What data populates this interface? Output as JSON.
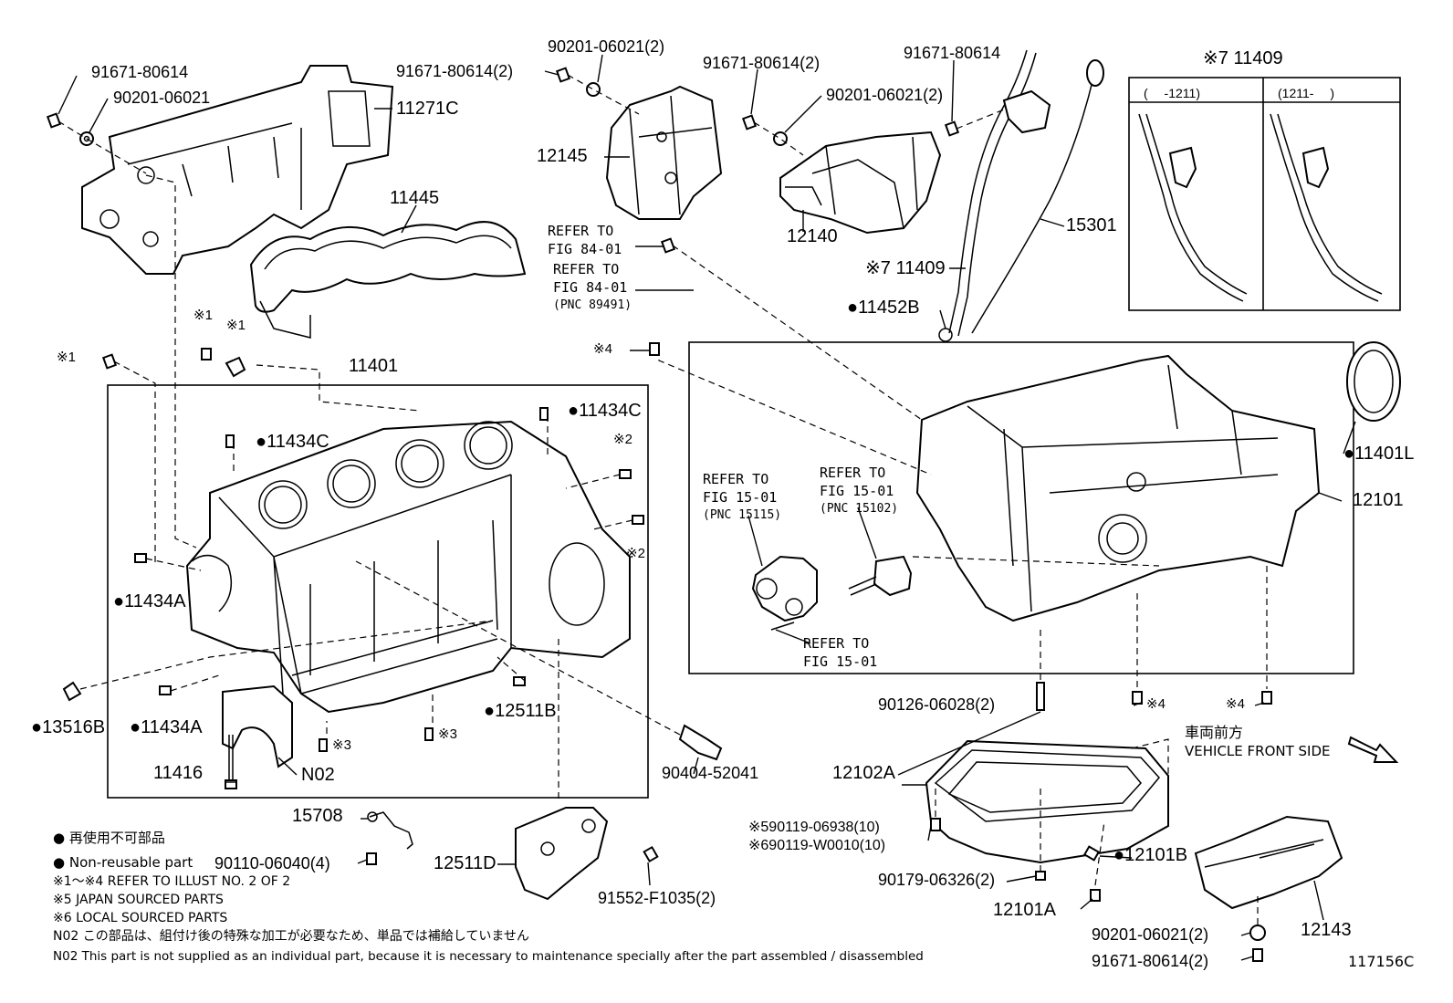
{
  "labels": {
    "l_91671_80614_a": "91671-80614",
    "l_90201_06021_a": "90201-06021",
    "l_11271c": "11271C",
    "l_91671_80614_b": "91671-80614(2)",
    "l_90201_06021_b": "90201-06021(2)",
    "l_12145": "12145",
    "l_91671_80614_c": "91671-80614(2)",
    "l_90201_06021_c": "90201-06021(2)",
    "l_12140": "12140",
    "l_91671_80614_d": "91671-80614",
    "l_11409_box": "※7 11409",
    "l_11409": "※7 11409",
    "l_15301": "15301",
    "l_11452b": "●11452B",
    "l_11445": "11445",
    "l_refer_84_a1": "REFER TO",
    "l_refer_84_a2": "FIG 84-01",
    "l_refer_84_b1": "REFER TO",
    "l_refer_84_b2": "FIG 84-01",
    "l_refer_84_b3": "(PNC 89491)",
    "l_x1_a": "※1",
    "l_x1_b": "※1",
    "l_x1_c": "※1",
    "l_x4_a": "※4",
    "l_11401": "11401",
    "l_11434c_a": "●11434C",
    "l_11434c_b": "●11434C",
    "l_x2_a": "※2",
    "l_x2_b": "※2",
    "l_11434a_a": "●11434A",
    "l_11434a_b": "●11434A",
    "l_13516b": "●13516B",
    "l_12511b": "●12511B",
    "l_x3_a": "※3",
    "l_x3_b": "※3",
    "l_11416": "11416",
    "l_n02": "N02",
    "l_90404": "90404-52041",
    "l_15708": "15708",
    "l_90110": "90110-06040(4)",
    "l_12511d": "12511D",
    "l_91552": "91552-F1035(2)",
    "l_refer_15_a1": "REFER TO",
    "l_refer_15_a2": "FIG 15-01",
    "l_refer_15_a3": "(PNC 15115)",
    "l_refer_15_b1": "REFER TO",
    "l_refer_15_b2": "FIG 15-01",
    "l_refer_15_b3": "(PNC 15102)",
    "l_refer_15_c1": "REFER TO",
    "l_refer_15_c2": "FIG 15-01",
    "l_11401l": "●11401L",
    "l_12101": "12101",
    "l_90126": "90126-06028(2)",
    "l_x4_b": "※4",
    "l_x4_c": "※4",
    "l_front_jp": "車両前方",
    "l_front_en": "VEHICLE FRONT SIDE",
    "l_12102a": "12102A",
    "l_90119_a": "※590119-06938(10)",
    "l_90119_b": "※690119-W0010(10)",
    "l_90179": "90179-06326(2)",
    "l_12101b": "●12101B",
    "l_12101a": "12101A",
    "l_90201_06021_d": "90201-06021(2)",
    "l_91671_80614_e": "91671-80614(2)",
    "l_12143": "12143",
    "l_box_col1": "(　 -1211)",
    "l_box_col2": "(1211-　 )"
  },
  "legend": {
    "jp_nonreusable": "● 再使用不可部品",
    "en_nonreusable": "● Non-reusable part",
    "ref_note": "※1～※4 REFER TO ILLUST NO. 2 OF 2",
    "x5_note": "※5 JAPAN SOURCED PARTS",
    "x6_note": "※6 LOCAL SOURCED PARTS",
    "n02_jp": "N02 この部品は、組付け後の特殊な加工が必要なため、単品では補給していません",
    "n02_en": "N02 This part is not supplied as an individual part, because it is necessary to maintenance specially after the part assembled / disassembled"
  },
  "figure_code": "117156C"
}
